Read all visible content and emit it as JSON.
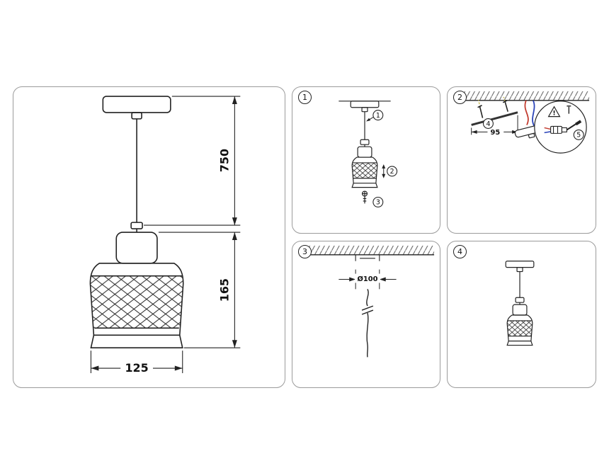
{
  "main_diagram": {
    "cord_length_mm": "750",
    "shade_height_mm": "165",
    "shade_width_mm": "125"
  },
  "steps": {
    "step1": {
      "badge": "1",
      "callouts": [
        "1",
        "2",
        "3"
      ]
    },
    "step2": {
      "badge": "2",
      "dimension_mm": "95",
      "callouts": [
        "4",
        "5"
      ],
      "warning_mark": "!"
    },
    "step3": {
      "badge": "3",
      "hole_diameter": "Ø100"
    },
    "step4": {
      "badge": "4"
    }
  },
  "colors": {
    "line": "#222222",
    "panel_border": "#9b9b9b",
    "wire_red": "#c23b2e",
    "wire_blue": "#2a43b8",
    "screw_yellow": "#b5a31f"
  }
}
